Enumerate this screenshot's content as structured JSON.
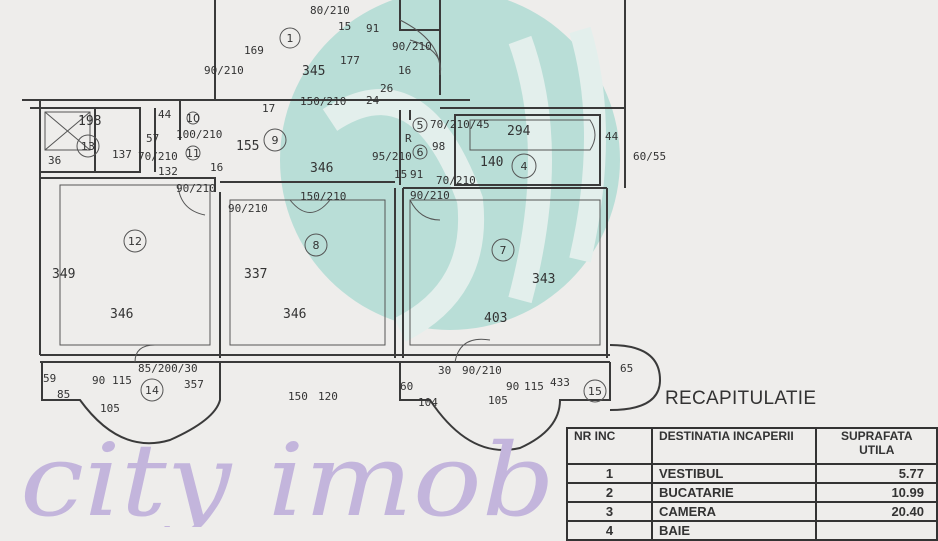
{
  "plan": {
    "rooms": [
      "1",
      "4",
      "5",
      "6",
      "7",
      "8",
      "9",
      "10",
      "11",
      "12",
      "13",
      "14",
      "15"
    ],
    "dims": [
      "80/210",
      "15",
      "91",
      "90/210",
      "16",
      "26",
      "24",
      "345",
      "177",
      "169",
      "90/210",
      "17",
      "150/210",
      "198",
      "137",
      "36",
      "70/210",
      "57",
      "132",
      "44",
      "100/210",
      "16",
      "155",
      "90/210",
      "346",
      "95/210",
      "15",
      "91",
      "98",
      "70/210",
      "140",
      "294",
      "44",
      "60/55",
      "90/210",
      "150/210",
      "90/210",
      "349",
      "346",
      "337",
      "346",
      "343",
      "403",
      "59",
      "85",
      "90",
      "115",
      "105",
      "85/200/30",
      "357",
      "150",
      "120",
      "60",
      "104",
      "30",
      "90/210",
      "105",
      "90",
      "115",
      "433",
      "65",
      "R",
      "70/210/45"
    ]
  },
  "recap": {
    "title": "RECAPITULATIE",
    "headers": [
      "NR INC",
      "DESTINATIA INCAPERII",
      "SUPRAFATA UTILA"
    ],
    "rows": [
      {
        "nr": "1",
        "dest": "VESTIBUL",
        "area": "5.77"
      },
      {
        "nr": "2",
        "dest": "BUCATARIE",
        "area": "10.99"
      },
      {
        "nr": "3",
        "dest": "CAMERA",
        "area": "20.40"
      },
      {
        "nr": "4",
        "dest": "BAIE",
        "area": ""
      }
    ]
  },
  "watermark": {
    "text": "city imob"
  },
  "colors": {
    "paper": "#eeedeb",
    "watermark_teal": "#b7ded6",
    "watermark_purple": "#c3b5dc",
    "ink": "#333333"
  }
}
